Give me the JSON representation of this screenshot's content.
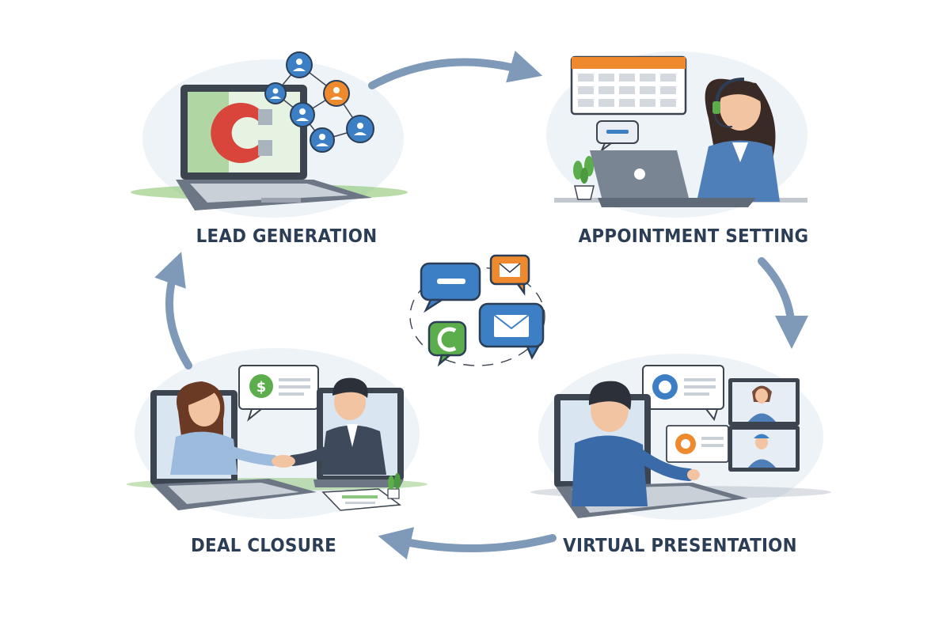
{
  "steps": {
    "lead_generation": {
      "label": "LEAD GENERATION"
    },
    "appointment_setting": {
      "label": "APPOINTMENT SETTING"
    },
    "virtual_presentation": {
      "label": "VIRTUAL PRESENTATION"
    },
    "deal_closure": {
      "label": "DEAL CLOSURE"
    }
  },
  "flow": [
    {
      "from": "lead_generation",
      "to": "appointment_setting"
    },
    {
      "from": "appointment_setting",
      "to": "virtual_presentation"
    },
    {
      "from": "virtual_presentation",
      "to": "deal_closure"
    },
    {
      "from": "deal_closure",
      "to": "lead_generation"
    }
  ],
  "center_icons": [
    "chat-bubble-icon",
    "email-icon",
    "phone-icon",
    "envelope-icon"
  ],
  "colors": {
    "arrow": "#7f9ab8",
    "label": "#2c3e55",
    "accent_blue": "#3d7fc4",
    "accent_orange": "#ee8a2d",
    "accent_green": "#5cae4c",
    "accent_red": "#d9453a"
  }
}
